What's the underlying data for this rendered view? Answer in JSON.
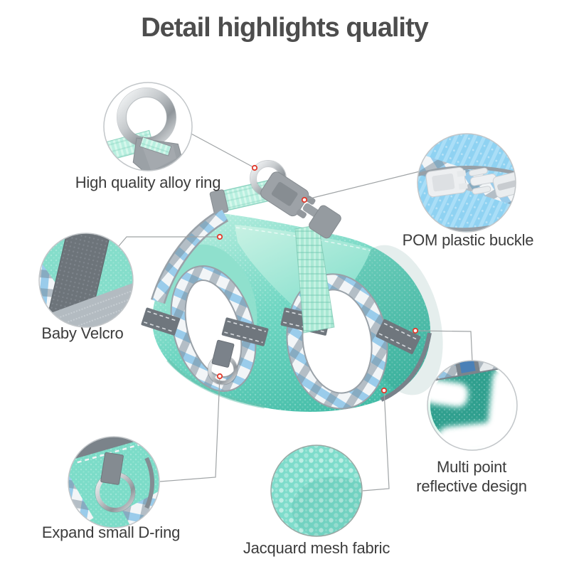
{
  "title": "Detail highlights quality",
  "callouts": [
    {
      "id": "alloy-ring",
      "label": "High quality alloy ring"
    },
    {
      "id": "pom-buckle",
      "label": "POM plastic buckle"
    },
    {
      "id": "baby-velcro",
      "label": "Baby Velcro"
    },
    {
      "id": "reflective",
      "label": "Multi point reflective design"
    },
    {
      "id": "expand-d-ring",
      "label": "Expand small D-ring"
    },
    {
      "id": "jacquard-mesh",
      "label": "Jacquard mesh fabric"
    }
  ],
  "colors": {
    "title_text": "#4d4d4d",
    "label_text": "#3c3c3c",
    "harness_teal": "#4fc8b2",
    "harness_mint_strap": "#a9e8d4",
    "buckle_gray": "#9aa0a5",
    "plaid_blue": "#5fb0e2",
    "blue_fabric": "#8fd2f2",
    "reflective_gray": "#6f767d",
    "leader_line": "#9fa3a5",
    "marker_red": "#e03a2c"
  }
}
